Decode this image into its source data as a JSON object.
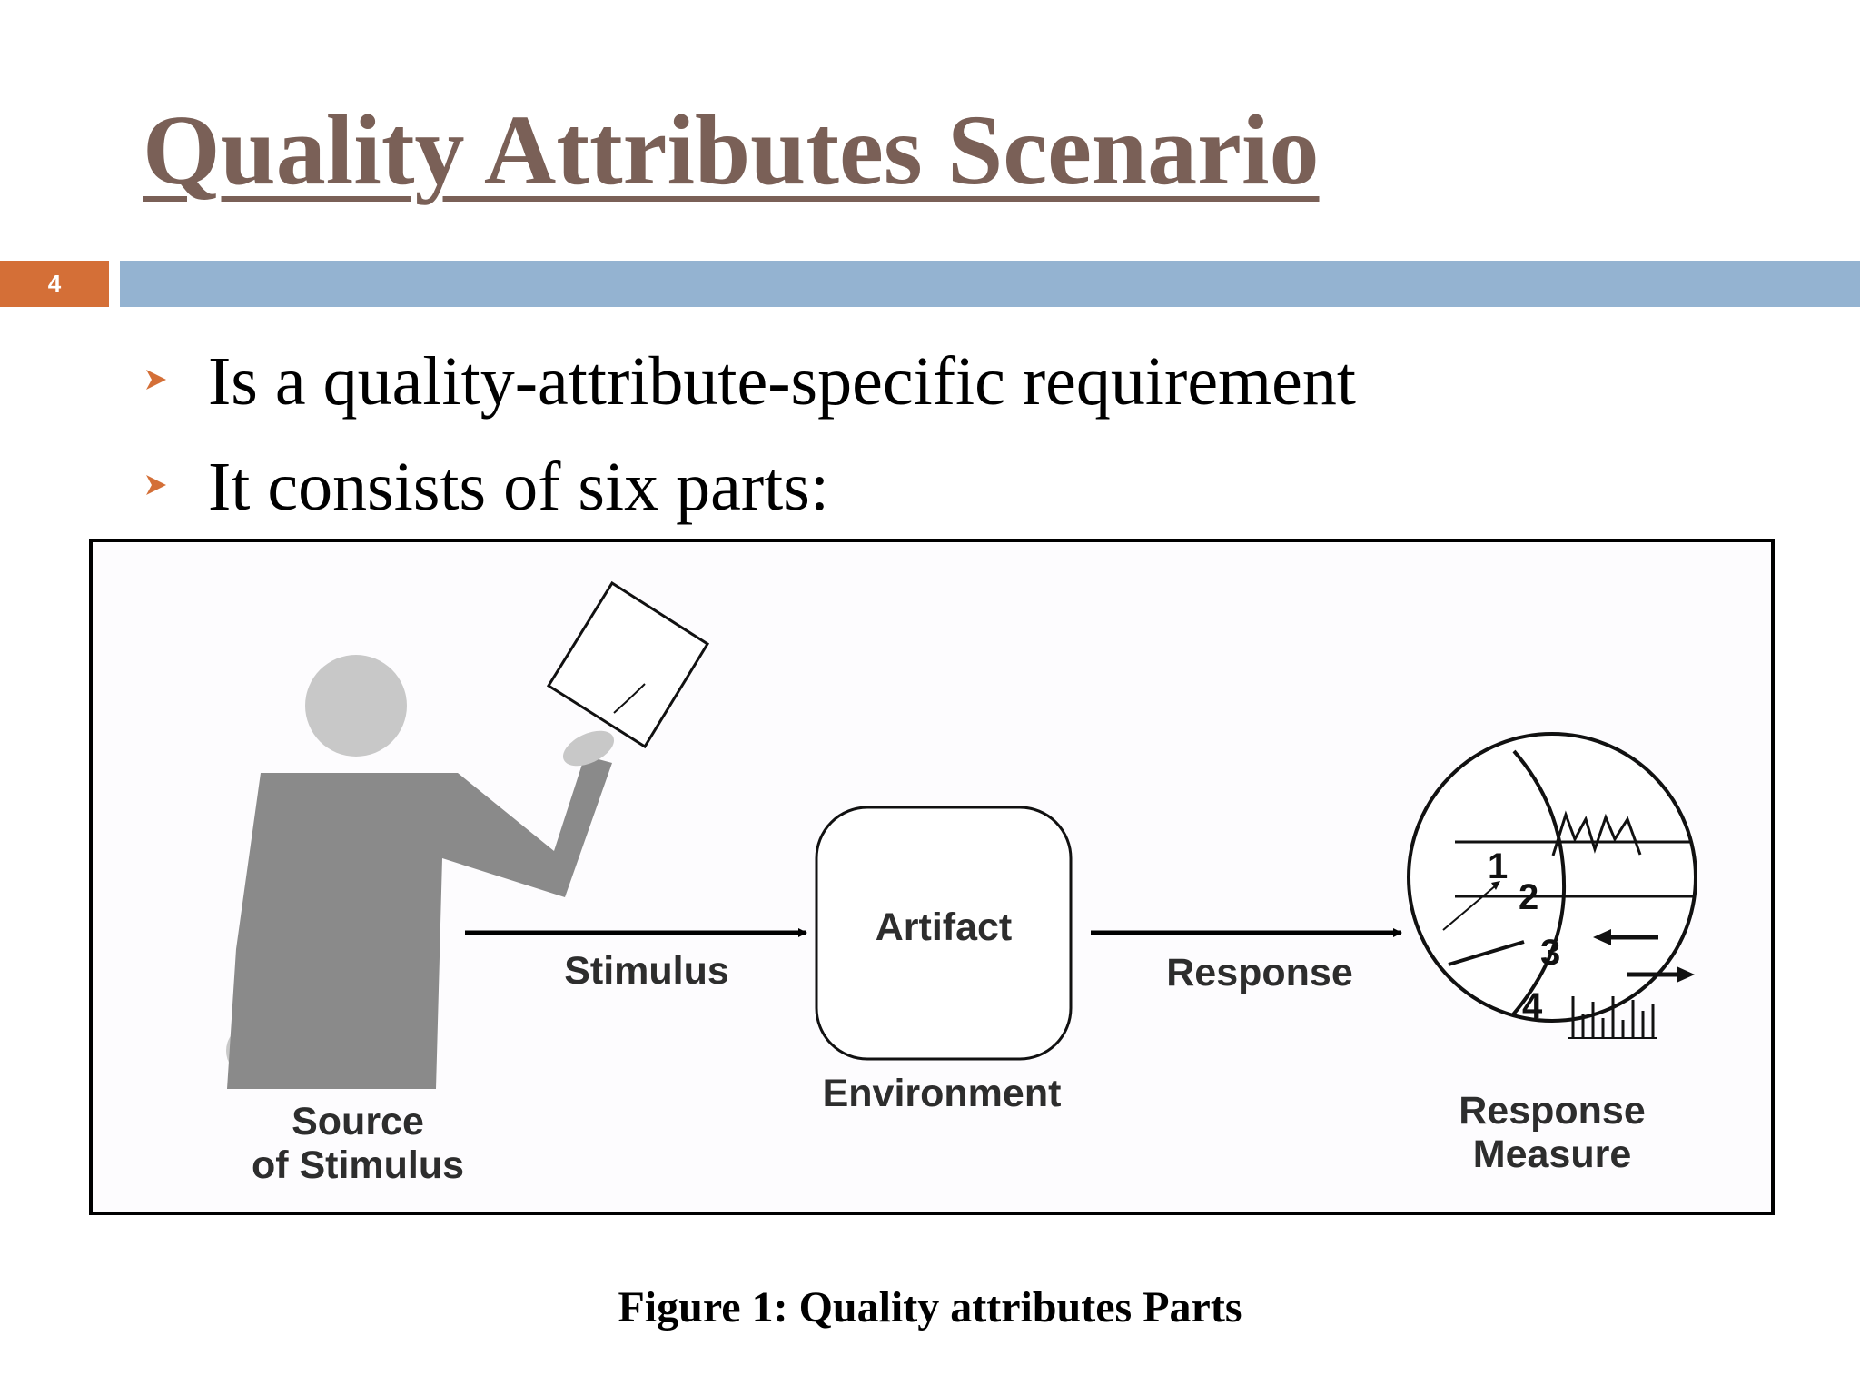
{
  "slide": {
    "title": "Quality Attributes Scenario",
    "number": "4",
    "bullets": [
      {
        "text": "Is a quality-attribute-specific requirement"
      },
      {
        "text": "It consists of six parts:"
      }
    ],
    "colors": {
      "title": "#7a6057",
      "number_box": "#d46f37",
      "header_bar": "#94b3d1",
      "bullet_marker": "#d46f37"
    }
  },
  "diagram": {
    "source_label_line1": "Source",
    "source_label_line2": "of Stimulus",
    "stimulus_label": "Stimulus",
    "artifact_label": "Artifact",
    "environment_label": "Environment",
    "response_label": "Response",
    "response_measure_line1": "Response",
    "response_measure_line2": "Measure",
    "gauge_numbers": [
      "1",
      "2",
      "3",
      "4"
    ]
  },
  "figure": {
    "caption": "Figure 1: Quality attributes Parts"
  }
}
